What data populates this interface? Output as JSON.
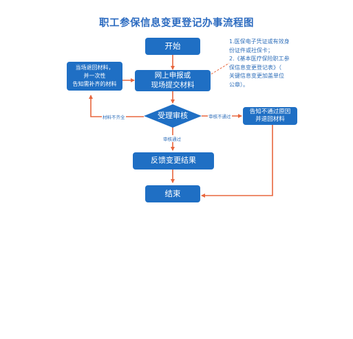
{
  "title": "职工参保信息变更登记办事流程图",
  "nodes": {
    "start": "开始",
    "submit_line1": "网上申报或",
    "submit_line2": "现场提交材料",
    "return_line1": "当场退回材料，",
    "return_line2": "并一次性",
    "return_line3": "告知需补齐的材料",
    "review": "受理审核",
    "notify_line1": "告知不通过原因",
    "notify_line2": "并退回材料",
    "feedback": "反馈变更结果",
    "end": "结束"
  },
  "edge_labels": {
    "incomplete": "材料不齐全",
    "rejected": "审核不通过",
    "approved": "审核通过"
  },
  "note": {
    "lines": [
      "1.医保电子凭证或有效身",
      "份证件或社保卡；",
      "2.《基本医疗保险职工参",
      "保信息变更登记表》（",
      "关键信息变更加盖单位",
      "公章）。"
    ]
  },
  "colors": {
    "box": "#1f6fc4",
    "arrow": "#e8663d",
    "title": "#2c6bc0",
    "label": "#2f6fba"
  }
}
